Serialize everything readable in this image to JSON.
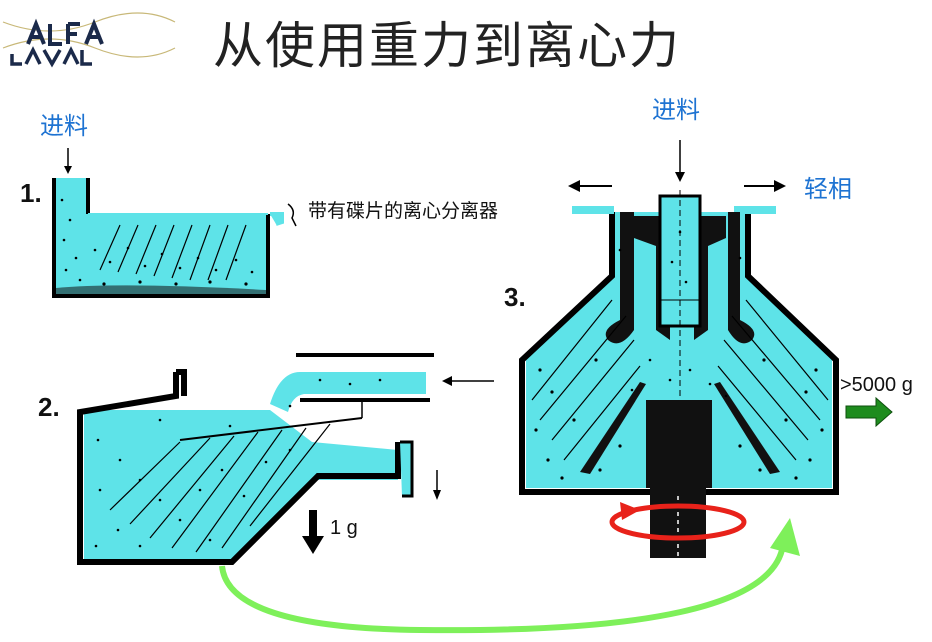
{
  "slide": {
    "title": "从使用重力到离心力",
    "brand": {
      "line1": "ALFA",
      "line2": "LAVAL"
    }
  },
  "labels": {
    "feed_left": "进料",
    "feed_right": "进料",
    "light_phase": "轻相",
    "disc_separator": "带有碟片的离心分离器",
    "step1": "1.",
    "step2": "2.",
    "step3": "3.",
    "gravity": "1 g",
    "centrifugal": ">5000 g"
  },
  "colors": {
    "liquid": "#5ee3e8",
    "wall": "#000000",
    "label_blue": "#1e73d2",
    "rotation_arrow": "#e8221a",
    "return_arrow": "#7ef05a",
    "force_arrow": "#1e8c1e",
    "brand_navy": "#1b2a4a"
  }
}
